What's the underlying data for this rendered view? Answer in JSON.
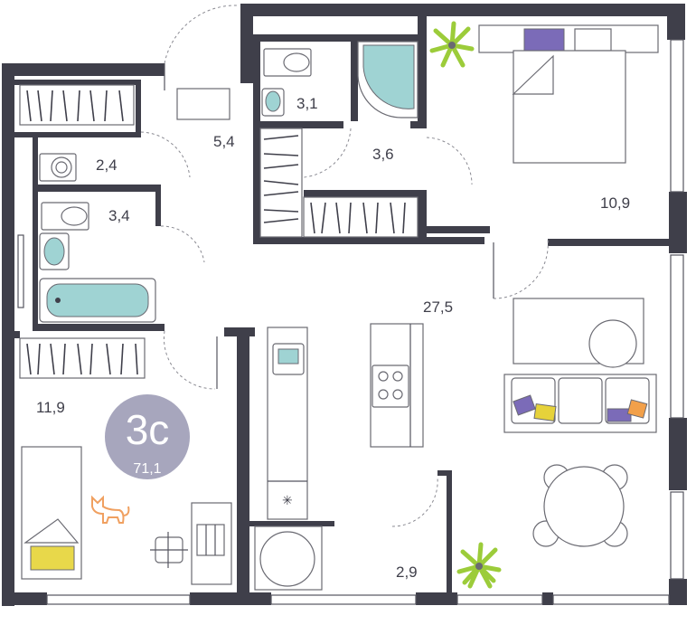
{
  "apartment": {
    "type_label": "3с",
    "total_area": "71,1"
  },
  "rooms": {
    "hallway": "5,4",
    "wc_small": "2,4",
    "bathroom_main": "3,4",
    "bathroom_master": "3,1",
    "wardrobe": "3,6",
    "bedroom_master": "10,9",
    "living_kitchen": "27,5",
    "bedroom_child": "11,9",
    "balcony": "2,9"
  },
  "colors": {
    "walls": "#3f3f4a",
    "badge": "#a7a6bd",
    "water": "#9fd3d3",
    "pillow_purple": "#7b6bb8",
    "pillow_yellow": "#e6d23a",
    "pillow_orange": "#f2a04a",
    "plant_green": "#9ccc3a",
    "cat_orange": "#f0a060",
    "blanket_yellow": "#e8d84a"
  },
  "icons": [
    "cat-icon",
    "plant-icon",
    "sink-icon",
    "toilet-icon",
    "bathtub-icon",
    "shower-icon",
    "stove-icon"
  ]
}
